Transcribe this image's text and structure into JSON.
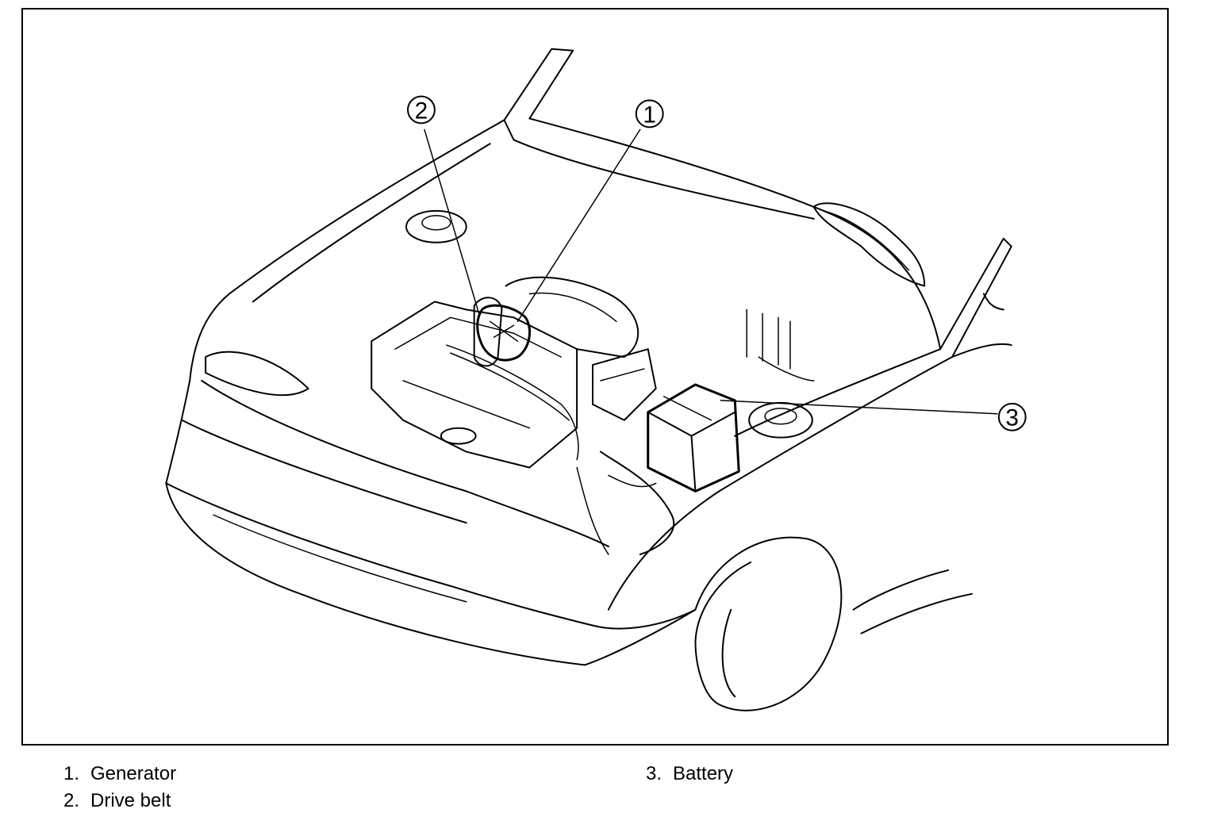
{
  "callouts": [
    {
      "number": "1",
      "label": "Generator"
    },
    {
      "number": "2",
      "label": "Drive belt"
    },
    {
      "number": "3",
      "label": "Battery"
    }
  ],
  "legend": [
    {
      "number": "1.",
      "label": "Generator"
    },
    {
      "number": "2.",
      "label": "Drive belt"
    },
    {
      "number": "3.",
      "label": "Battery"
    }
  ]
}
